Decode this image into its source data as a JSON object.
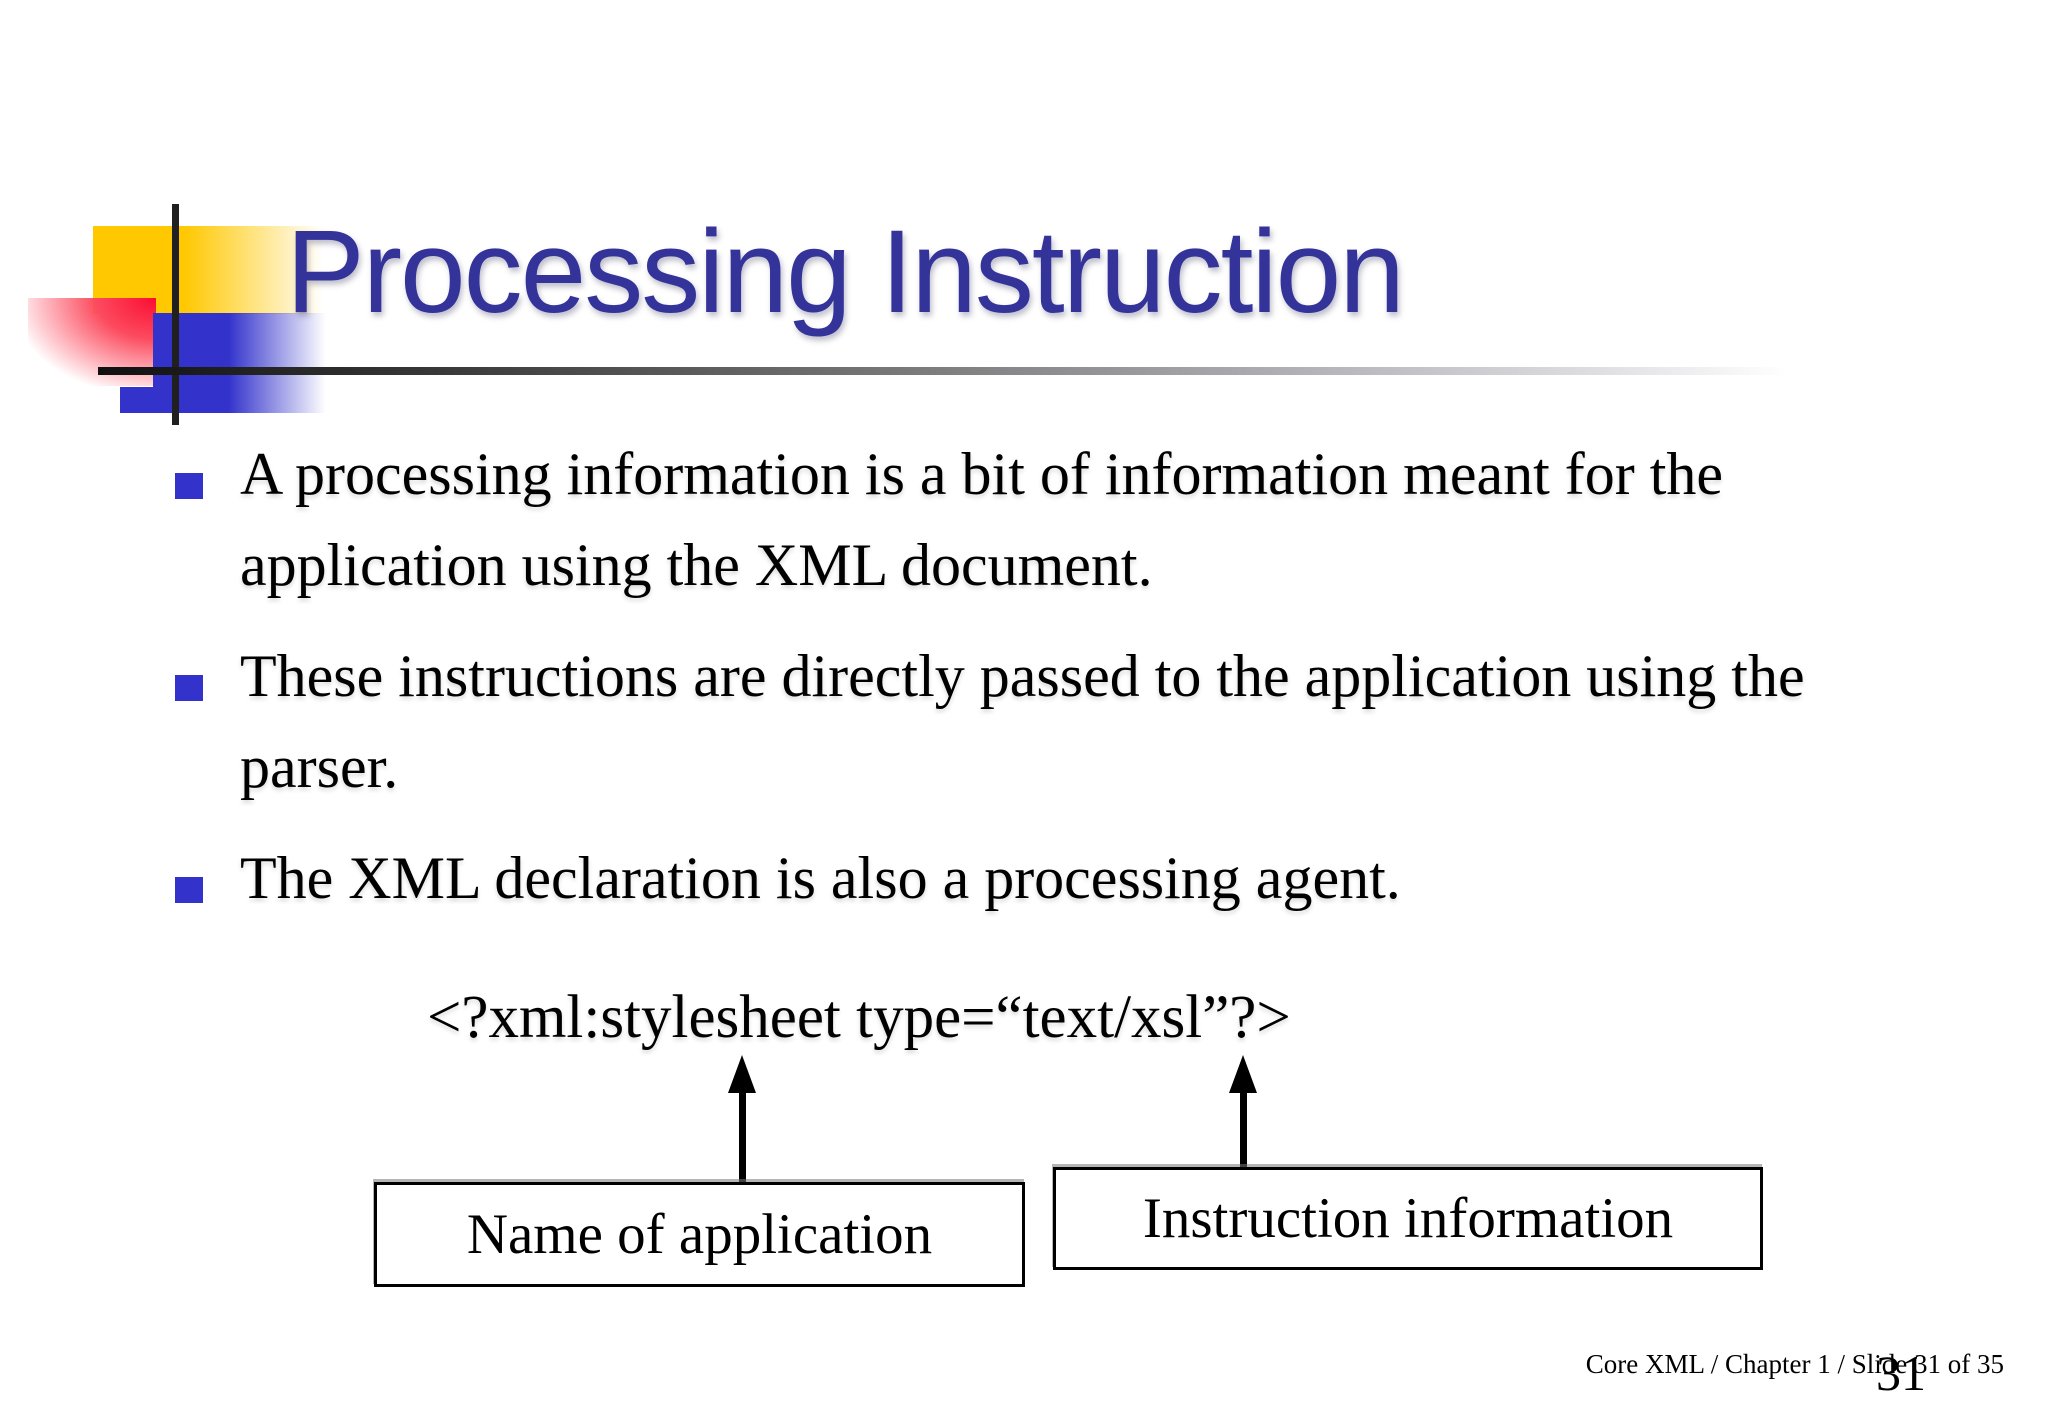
{
  "slide": {
    "title": "Processing Instruction",
    "bullets": [
      "A processing information is a bit of information meant for the application using the XML document.",
      "These instructions are directly passed to the application using the parser.",
      "The XML declaration is also a processing agent."
    ],
    "code_line": "<?xml:stylesheet type=“text/xsl”?>",
    "callouts": {
      "left_label": "Name of application",
      "right_label": "Instruction information"
    },
    "footer_text": "Core XML / Chapter 1 / Slide 31 of 35",
    "slide_number": "31",
    "colors": {
      "title_blue": "#333399",
      "bullet_blue": "#3333cc",
      "accent_yellow": "#ffc801",
      "accent_red": "#fb0d32",
      "accent_blue": "#3333cc",
      "line_dark": "#101010"
    }
  }
}
